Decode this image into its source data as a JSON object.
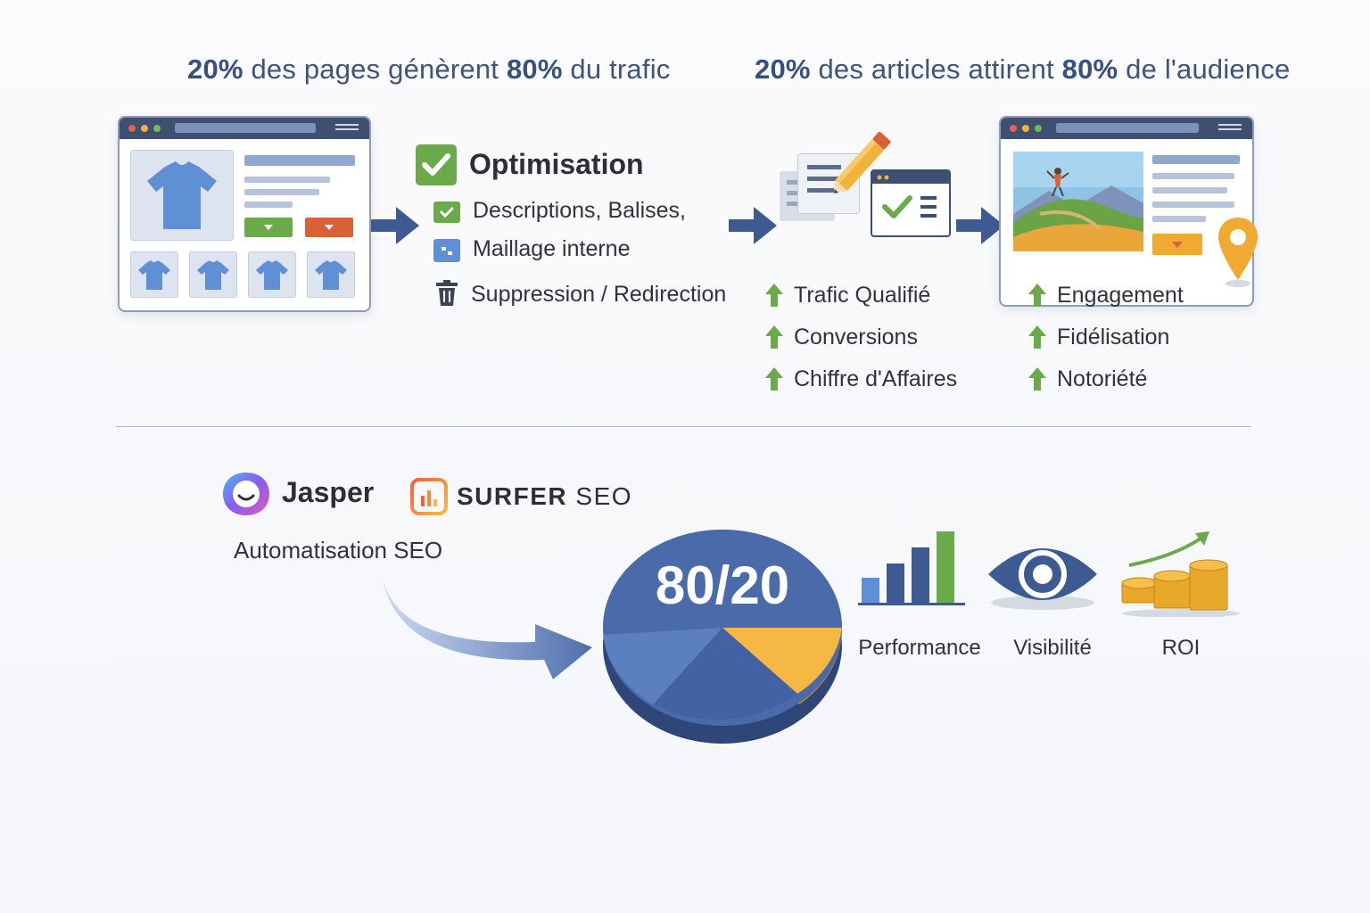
{
  "headlines": {
    "left": {
      "pct1": "20%",
      "mid": " des pages génèrent ",
      "pct2": "80%",
      "end": " du trafic"
    },
    "right": {
      "pct1": "20%",
      "mid": " des articles attirent ",
      "pct2": "80%",
      "end": " de l'audience"
    }
  },
  "optimisation": {
    "title": "Optimisation",
    "items": [
      {
        "label": "Descriptions, Balises,",
        "icon": "check-icon"
      },
      {
        "label": "Maillage interne",
        "icon": "link-icon"
      },
      {
        "label": "Suppression / Redirection",
        "icon": "trash-icon"
      }
    ]
  },
  "results_left": [
    "Trafic Qualifié",
    "Conversions",
    "Chiffre d'Affaires"
  ],
  "results_right": [
    "Engagement",
    "Fidélisation",
    "Notoriété"
  ],
  "tools": {
    "jasper": "Jasper",
    "surfer_main": "SURFER",
    "surfer_sub": "SEO",
    "caption": "Automatisation SEO"
  },
  "pie": {
    "label": "80/20"
  },
  "kpis": [
    {
      "label": "Performance",
      "icon": "bar-chart-icon"
    },
    {
      "label": "Visibilité",
      "icon": "eye-icon"
    },
    {
      "label": "ROI",
      "icon": "coins-icon"
    }
  ],
  "colors": {
    "navy": "#3e5a93",
    "green": "#6aaa4a",
    "orange": "#f0a931",
    "red": "#d9613a",
    "blue": "#5f8fd4"
  }
}
